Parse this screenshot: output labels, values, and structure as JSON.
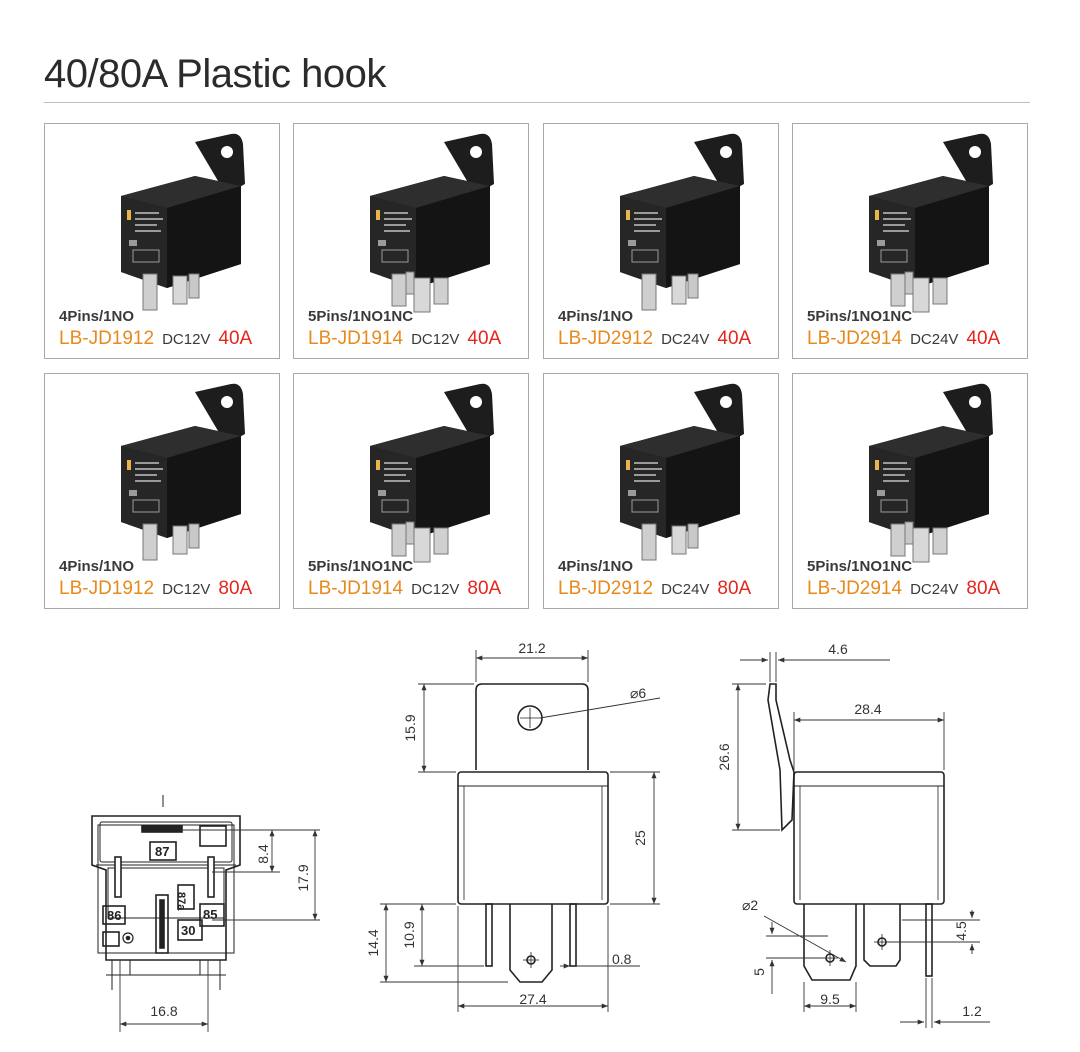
{
  "title": "40/80A  Plastic hook",
  "products": [
    {
      "config": "4Pins/1NO",
      "model": "LB-JD1912",
      "voltage": "DC12V",
      "current": "40A",
      "pins": 4
    },
    {
      "config": "5Pins/1NO1NC",
      "model": "LB-JD1914",
      "voltage": "DC12V",
      "current": "40A",
      "pins": 5
    },
    {
      "config": "4Pins/1NO",
      "model": "LB-JD2912",
      "voltage": "DC24V",
      "current": "40A",
      "pins": 4
    },
    {
      "config": "5Pins/1NO1NC",
      "model": "LB-JD2914",
      "voltage": "DC24V",
      "current": "40A",
      "pins": 5
    },
    {
      "config": "4Pins/1NO",
      "model": "LB-JD1912",
      "voltage": "DC12V",
      "current": "80A",
      "pins": 4
    },
    {
      "config": "5Pins/1NO1NC",
      "model": "LB-JD1914",
      "voltage": "DC12V",
      "current": "80A",
      "pins": 5
    },
    {
      "config": "4Pins/1NO",
      "model": "LB-JD2912",
      "voltage": "DC24V",
      "current": "80A",
      "pins": 4
    },
    {
      "config": "5Pins/1NO1NC",
      "model": "LB-JD2914",
      "voltage": "DC24V",
      "current": "80A",
      "pins": 5
    }
  ],
  "drawing": {
    "bottom_view": {
      "pins": [
        "87",
        "87a",
        "86",
        "85",
        "30"
      ],
      "dims": {
        "pitch_a": "8.4",
        "pitch_b": "17.9",
        "width": "16.8"
      }
    },
    "front_view": {
      "dims": {
        "bracket_width": "21.2",
        "hole": "⌀6",
        "bracket_height": "15.9",
        "body_height": "25",
        "pin_length_long": "14.4",
        "pin_length_short": "10.9",
        "pin_thickness": "0.8",
        "body_width": "27.4"
      }
    },
    "side_view": {
      "dims": {
        "hook_offset": "4.6",
        "body_depth": "28.4",
        "total_hook_height": "26.6",
        "pin_hole": "⌀2",
        "hole_pos": "5",
        "hole_pos_b": "4.5",
        "pin_width": "9.5",
        "pin_gap": "1.2"
      }
    }
  }
}
